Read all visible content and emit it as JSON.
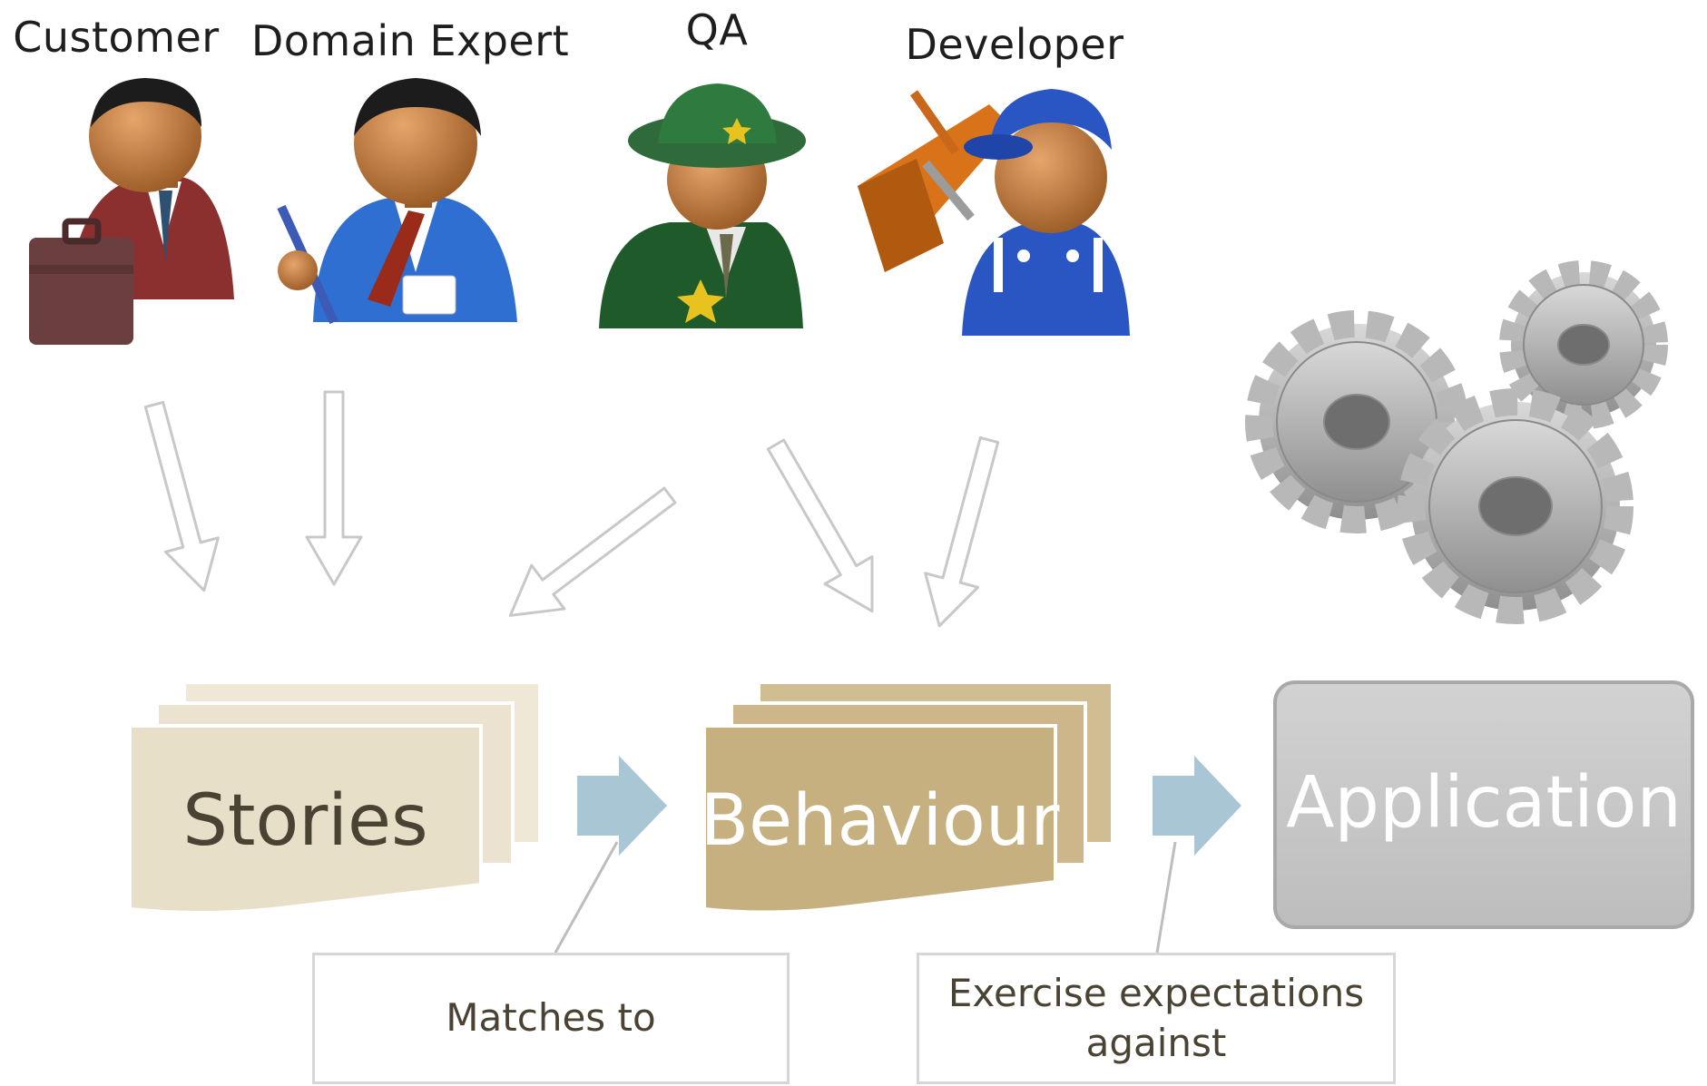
{
  "roles": [
    {
      "id": "customer",
      "label": "Customer",
      "icon": "businessman-briefcase-icon"
    },
    {
      "id": "domain-expert",
      "label": "Domain Expert",
      "icon": "businessman-pen-icon"
    },
    {
      "id": "qa",
      "label": "QA",
      "icon": "sheriff-icon"
    },
    {
      "id": "developer",
      "label": "Developer",
      "icon": "worker-toolbox-icon"
    }
  ],
  "artifacts": {
    "stories": "Stories",
    "behaviour": "Behaviour",
    "application": "Application"
  },
  "callouts": {
    "matches": "Matches to",
    "exercise_line1": "Exercise expectations",
    "exercise_line2": "against"
  },
  "colors": {
    "stories_fill": "#e8dfc9",
    "behaviour_fill": "#c6b07f",
    "application_fill": "#c7c7c7",
    "flow_arrow": "#a8c6d3",
    "outline_arrow": "#c8c8c8",
    "gear": "#a9a9a9"
  }
}
